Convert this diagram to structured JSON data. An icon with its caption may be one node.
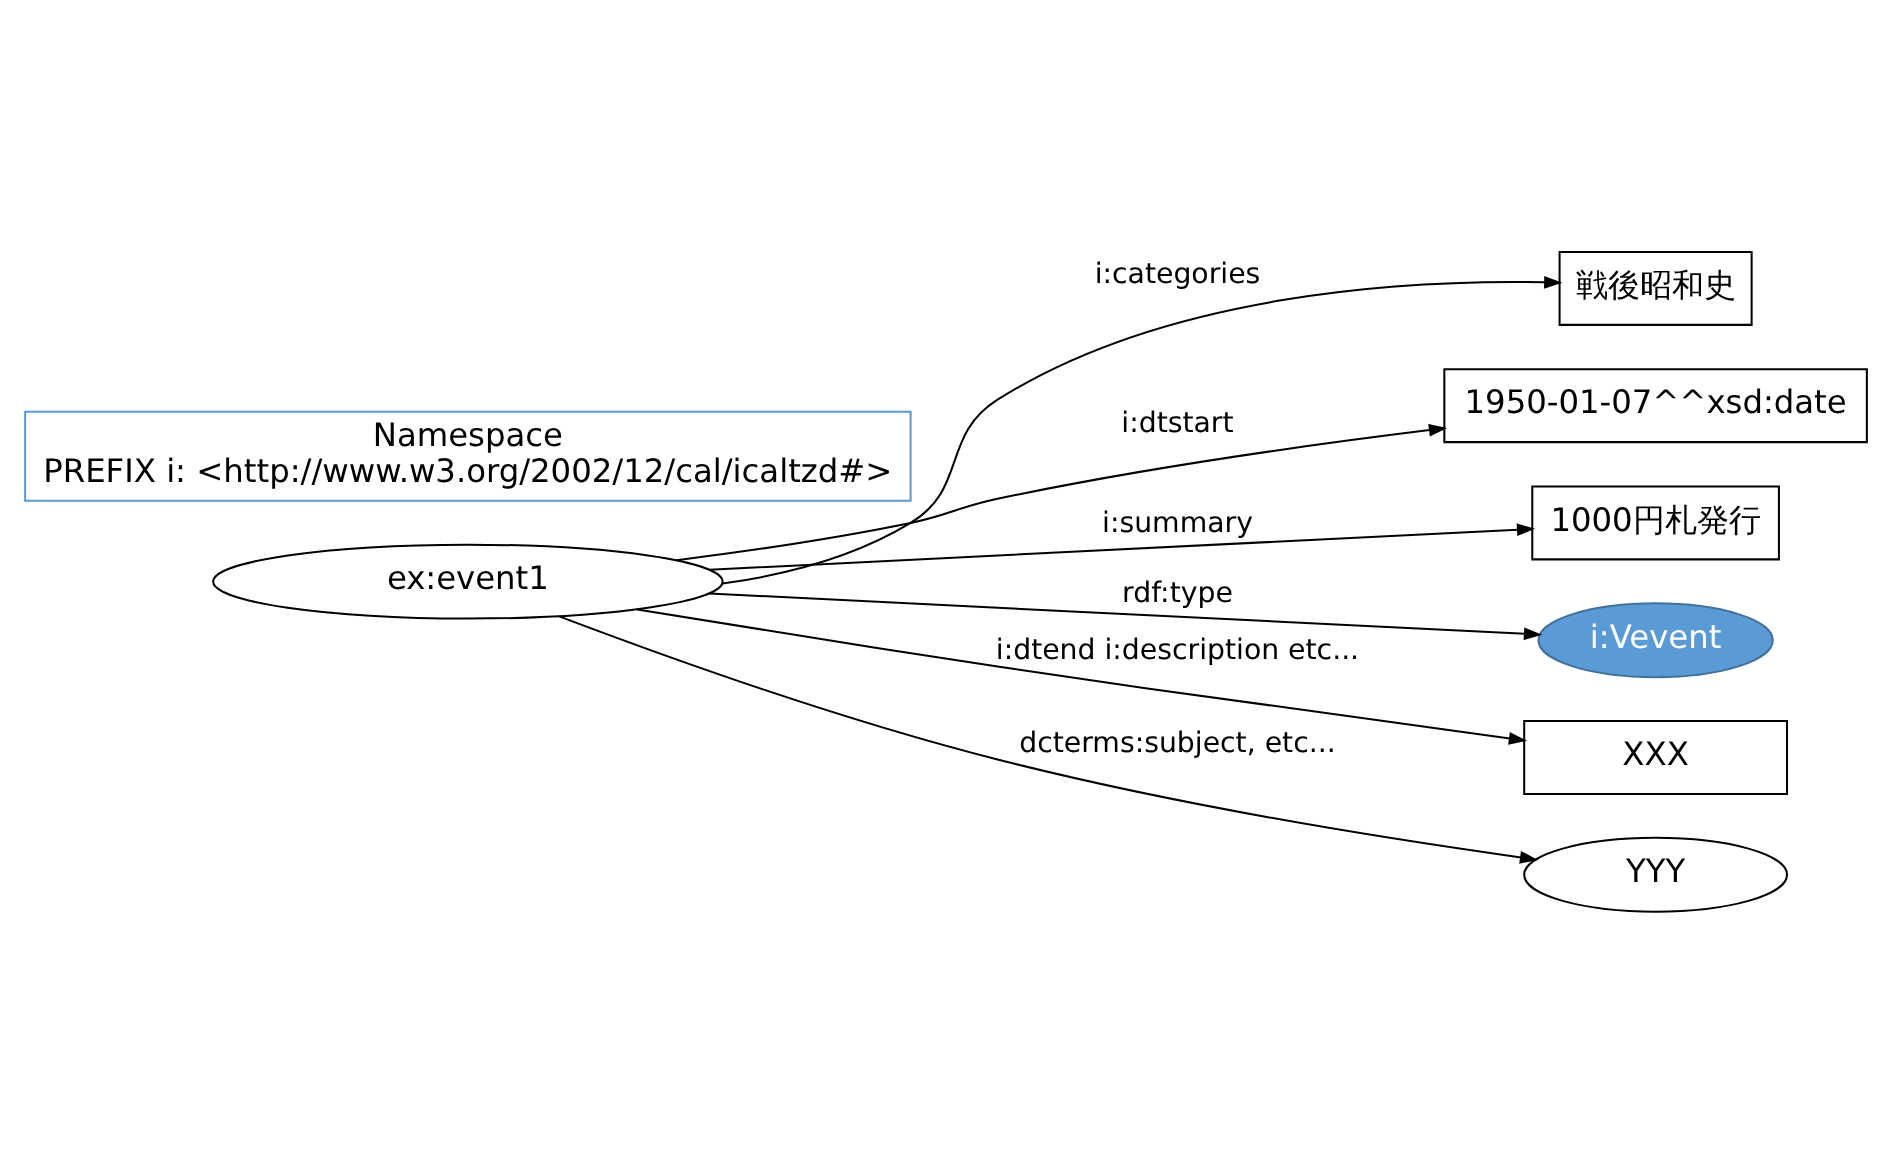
{
  "diagram": {
    "nodes": [
      {
        "text": [
          "戦後昭和史"
        ]
      },
      {
        "text": [
          "Namespace",
          "PREFIX i: <http://www.w3.org/2002/12/cal/icaltzd#>"
        ]
      },
      {
        "text": [
          "1950-01-07^^xsd:date"
        ]
      },
      {
        "text": [
          "1000円札発行"
        ]
      },
      {
        "text": [
          "i:Vevent"
        ]
      },
      {
        "text": [
          "ex:event1"
        ]
      },
      {
        "text": [
          "XXX"
        ]
      },
      {
        "text": [
          "YYY"
        ]
      }
    ],
    "edges": [
      {
        "from": 5,
        "to": 0,
        "arrow": "to",
        "label": "i:categories"
      },
      {
        "from": 5,
        "to": 2,
        "arrow": "to",
        "label": "i:dtstart"
      },
      {
        "from": 5,
        "to": 3,
        "arrow": "to",
        "label": "i:summary"
      },
      {
        "from": 5,
        "to": 6,
        "arrow": "to",
        "label": "i:dtend i:description etc..."
      },
      {
        "from": 5,
        "to": 4,
        "arrow": "to",
        "label": "rdf:type"
      },
      {
        "from": 5,
        "to": 7,
        "arrow": "to",
        "label": "dcterms:subject, etc..."
      }
    ]
  }
}
